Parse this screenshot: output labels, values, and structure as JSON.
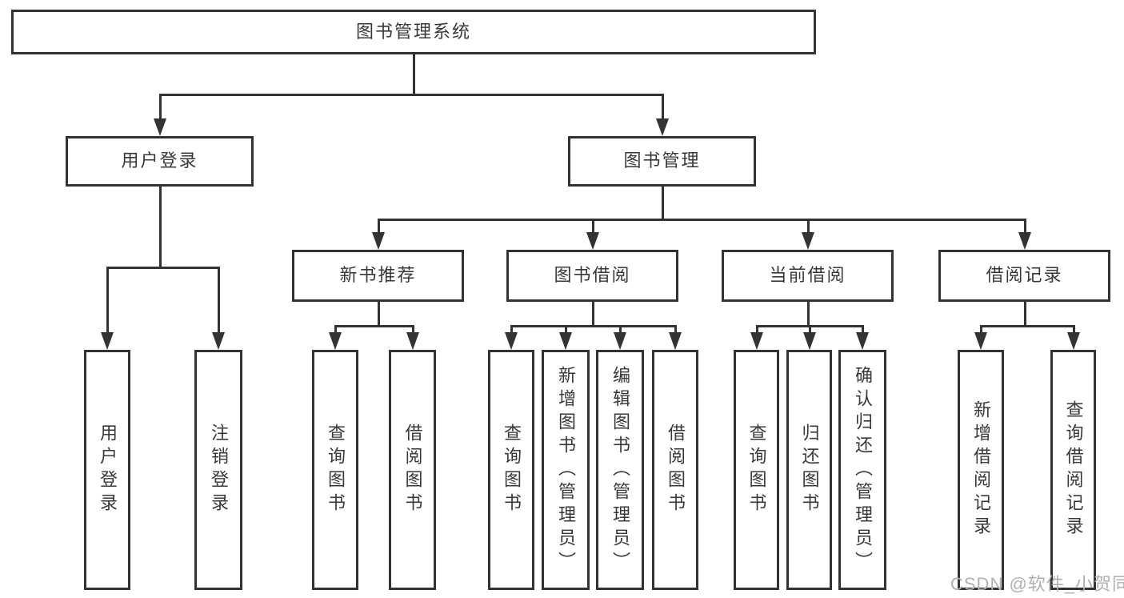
{
  "diagram": {
    "tree": {
      "id": "library-system",
      "label": "图书管理系统",
      "children": [
        {
          "id": "user-login-branch",
          "label": "用户登录",
          "children": [
            {
              "id": "user-login",
              "label": "用户登录"
            },
            {
              "id": "logout",
              "label": "注销登录"
            }
          ]
        },
        {
          "id": "book-management",
          "label": "图书管理",
          "children": [
            {
              "id": "new-book-recommend",
              "label": "新书推荐",
              "children": [
                {
                  "id": "nb-query-books",
                  "label": "查询图书"
                },
                {
                  "id": "nb-borrow-books",
                  "label": "借阅图书"
                }
              ]
            },
            {
              "id": "book-borrow",
              "label": "图书借阅",
              "children": [
                {
                  "id": "bb-query-books",
                  "label": "查询图书"
                },
                {
                  "id": "bb-add-books",
                  "label": "新增图书（管理员）"
                },
                {
                  "id": "bb-edit-books",
                  "label": "编辑图书（管理员）"
                },
                {
                  "id": "bb-borrow-books",
                  "label": "借阅图书"
                }
              ]
            },
            {
              "id": "current-borrow",
              "label": "当前借阅",
              "children": [
                {
                  "id": "cb-query-books",
                  "label": "查询图书"
                },
                {
                  "id": "cb-return-books",
                  "label": "归还图书"
                },
                {
                  "id": "cb-confirm-return",
                  "label": "确认归还（管理员）"
                }
              ]
            },
            {
              "id": "borrow-records",
              "label": "借阅记录",
              "children": [
                {
                  "id": "br-add-record",
                  "label": "新增借阅记录"
                },
                {
                  "id": "br-query-record",
                  "label": "查询借阅记录"
                }
              ]
            }
          ]
        }
      ]
    },
    "watermark": {
      "text": "CSDN @软件_小贺同学"
    },
    "colors": {
      "line": "#333333",
      "text": "#383838",
      "background": "#ffffff",
      "watermark": "#b0b0b0"
    }
  }
}
